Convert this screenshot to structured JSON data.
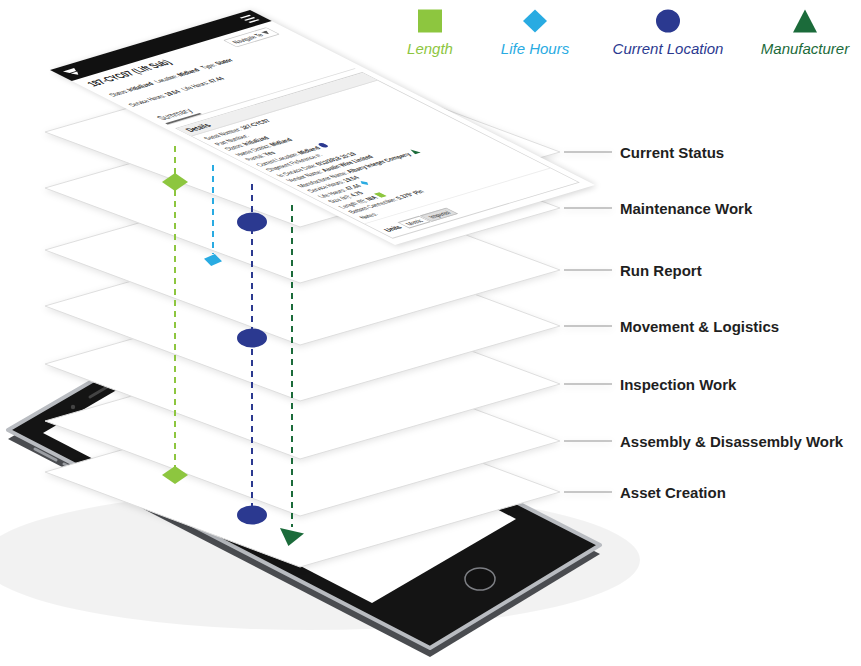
{
  "diagram": {
    "nodes": [
      {
        "text": [
          "187-CYC07 (Lift Sub)",
          "Status: Initialized",
          "Location: Midland",
          "Type: Stator",
          "Service Hours: 19.54",
          "Life Hours: 47.44",
          "Summary"
        ]
      },
      {
        "text": [
          "Navigate To"
        ],
        "in": 0
      },
      {
        "text": [
          "Details",
          "Serial Number: 187-CYC07",
          "Part Number:",
          "Status: Initialized",
          "Home District: Midland",
          "Rental: Yes",
          "Current Location: Midland",
          "Shipment Reference #:",
          "In Service Date: 6/11/2018 15:19",
          "Vendor Name: Austin Wire Limited",
          "Manufacturer Name: Albany Integer Company",
          "Service Hours: 19.54",
          "Life Hours: 47.44",
          "Size (in): 4.75",
          "Length (ft): N/A",
          "Bottom Connection: 5.375\" Pin",
          "Notes:",
          "Units"
        ],
        "in": 0
      },
      {
        "text": [
          "Metric"
        ],
        "in": 2
      },
      {
        "text": [
          "Imperial"
        ],
        "in": 2
      },
      {
        "text": [
          "Current Status"
        ]
      },
      {
        "text": [
          "Maintenance Work"
        ]
      },
      {
        "text": [
          "Run Report"
        ]
      },
      {
        "text": [
          "Movement & Logistics"
        ]
      },
      {
        "text": [
          "Inspection Work"
        ]
      },
      {
        "text": [
          "Assembly & Disassembly Work"
        ]
      },
      {
        "text": [
          "Asset Creation"
        ]
      }
    ],
    "legend": [
      {
        "text": "Length",
        "color": "#8dc63f"
      },
      {
        "text": "Life Hours",
        "color": "#29abe2"
      },
      {
        "text": "Current Location",
        "color": "#2b3990"
      },
      {
        "text": "Manufacturer",
        "color": "#1b6b3a"
      }
    ]
  }
}
